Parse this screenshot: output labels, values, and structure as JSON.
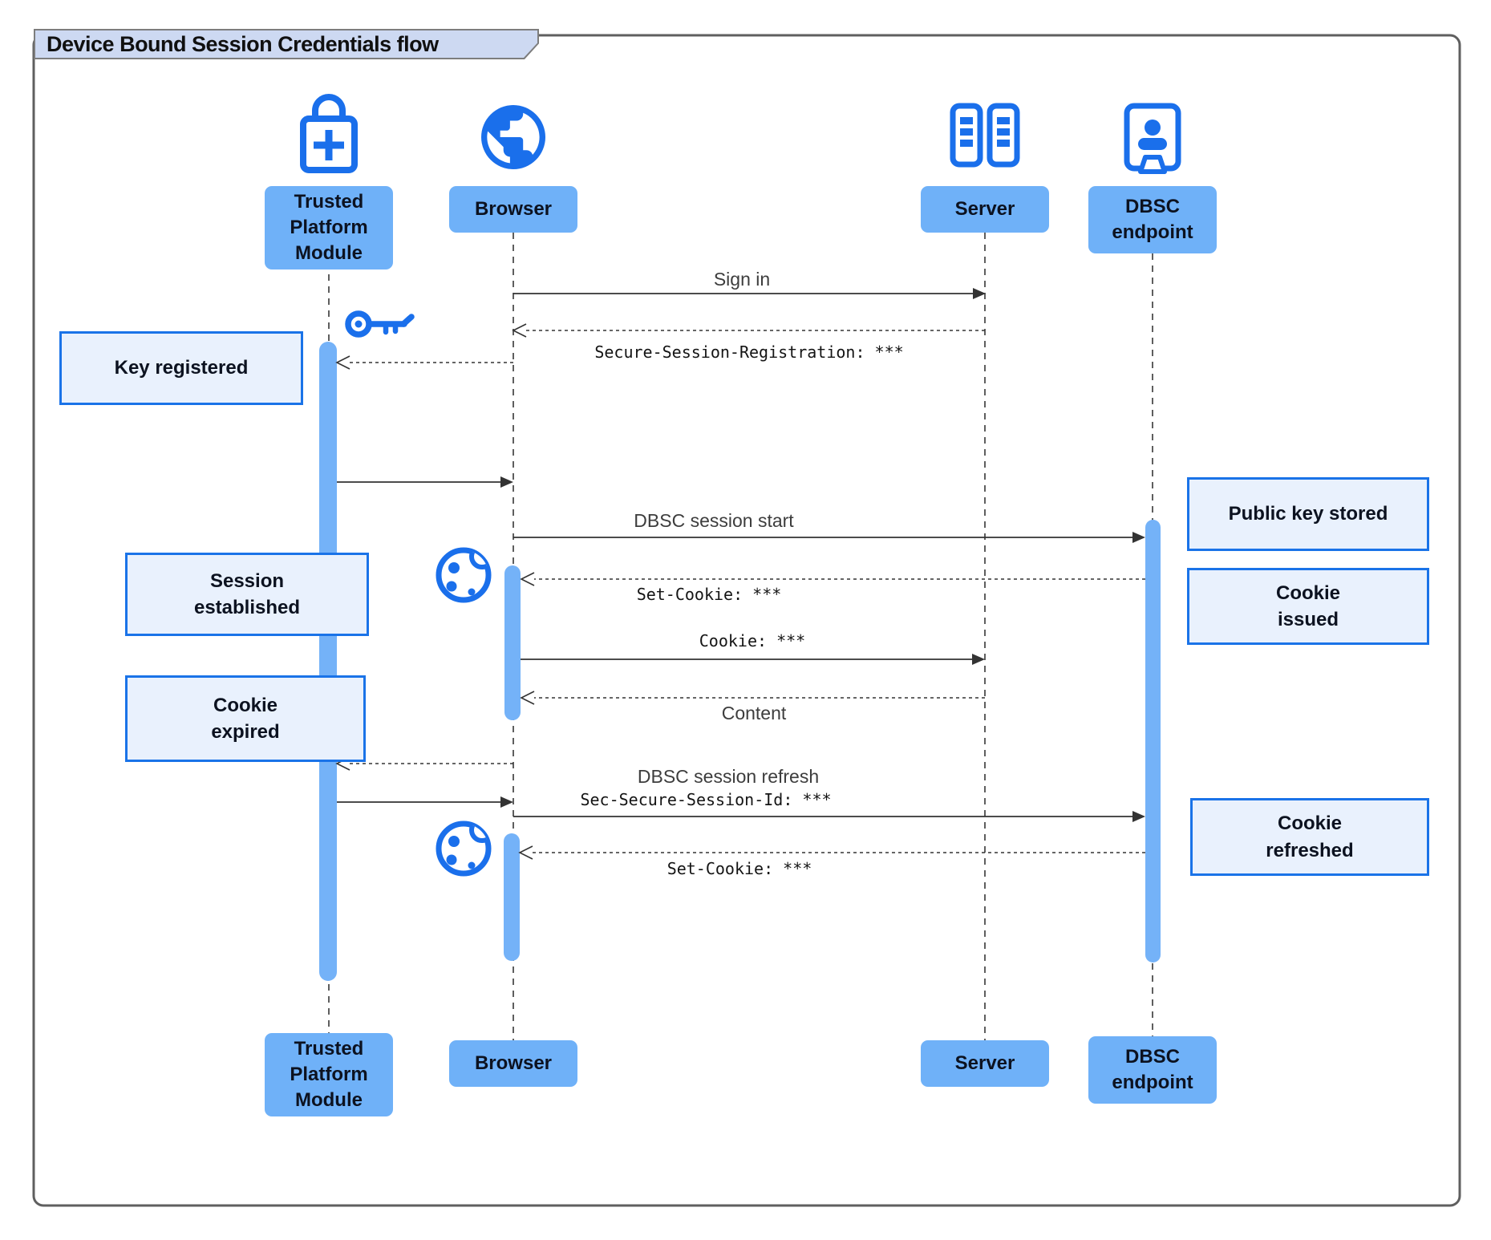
{
  "title": "Device Bound Session Credentials flow",
  "colors": {
    "accent": "#1a6feb",
    "actor_label_fill": "#6fb1f8",
    "activation_bar_fill": "#74b2f8",
    "note_fill": "#e9f1fd",
    "note_border": "#1a73e8",
    "title_tab_fill": "#cdd9f2",
    "arrow": "#333333"
  },
  "actors": [
    {
      "label": "Trusted\nPlatform\nModule",
      "icon": "lock-plus-icon"
    },
    {
      "label": "Browser",
      "icon": "globe-icon"
    },
    {
      "label": "Server",
      "icon": "server-rack-icon"
    },
    {
      "label": "DBSC\nendpoint",
      "icon": "door-person-icon"
    }
  ],
  "messages": [
    {
      "from": "Browser",
      "to": "Server",
      "line": "solid",
      "label": "Sign in"
    },
    {
      "from": "Server",
      "to": "Browser",
      "line": "dashed",
      "label": "Secure-Session-Registration: ***"
    },
    {
      "from": "Browser",
      "to": "Trusted Platform Module",
      "line": "dashed",
      "label": ""
    },
    {
      "from": "Trusted Platform Module",
      "to": "Browser",
      "line": "solid",
      "label": ""
    },
    {
      "from": "Browser",
      "to": "DBSC endpoint",
      "line": "solid",
      "label": "DBSC session start"
    },
    {
      "from": "DBSC endpoint",
      "to": "Browser",
      "line": "dashed",
      "label": "Set-Cookie: ***"
    },
    {
      "from": "Browser",
      "to": "Server",
      "line": "solid",
      "label": "Cookie: ***"
    },
    {
      "from": "Server",
      "to": "Browser",
      "line": "dashed",
      "label": "Content"
    },
    {
      "from": "Browser",
      "to": "Trusted Platform Module",
      "line": "dashed",
      "label": ""
    },
    {
      "from": "Trusted Platform Module",
      "to": "Browser",
      "line": "solid",
      "label": ""
    },
    {
      "from": "Browser",
      "to": "DBSC endpoint",
      "line": "solid",
      "label": "DBSC session refresh",
      "label2": "Sec-Secure-Session-Id: ***"
    },
    {
      "from": "DBSC endpoint",
      "to": "Browser",
      "line": "dashed",
      "label": "Set-Cookie: ***"
    }
  ],
  "notes": [
    {
      "label": "Key registered"
    },
    {
      "label": "Session\nestablished"
    },
    {
      "label": "Cookie\nexpired"
    },
    {
      "label": "Public key stored"
    },
    {
      "label": "Cookie\nissued"
    },
    {
      "label": "Cookie\nrefreshed"
    }
  ],
  "inline_icons": [
    "key-icon",
    "cookie-icon",
    "cookie-icon"
  ]
}
